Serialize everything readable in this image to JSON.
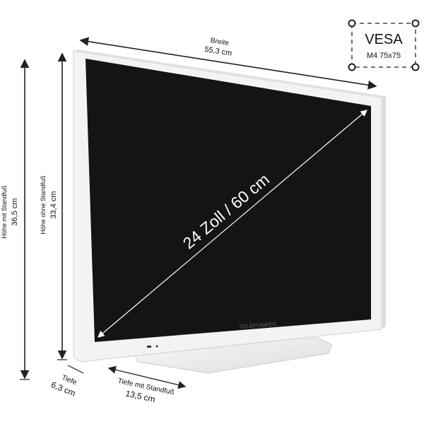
{
  "vesa": {
    "title": "VESA",
    "spec": "M4 75x75"
  },
  "width": {
    "label": "Breite",
    "value": "55,3 cm"
  },
  "height_with_stand": {
    "label": "Höhe mit Standfuß",
    "value": "36,5 cm"
  },
  "height_without_stand": {
    "label": "Höhe ohne Standfuß",
    "value": "33,4 cm"
  },
  "diagonal": {
    "value": "24 Zoll / 60 cm"
  },
  "depth": {
    "label": "Tiefe",
    "value": "6,3 cm"
  },
  "depth_with_stand": {
    "label": "Tiefe mit Standfuß",
    "value": "13,5 cm"
  },
  "brand": {
    "logo": "TELEFUNKEN"
  },
  "colors": {
    "screen": "#141414",
    "bezel": "#f2f2f2",
    "line": "#222222"
  }
}
